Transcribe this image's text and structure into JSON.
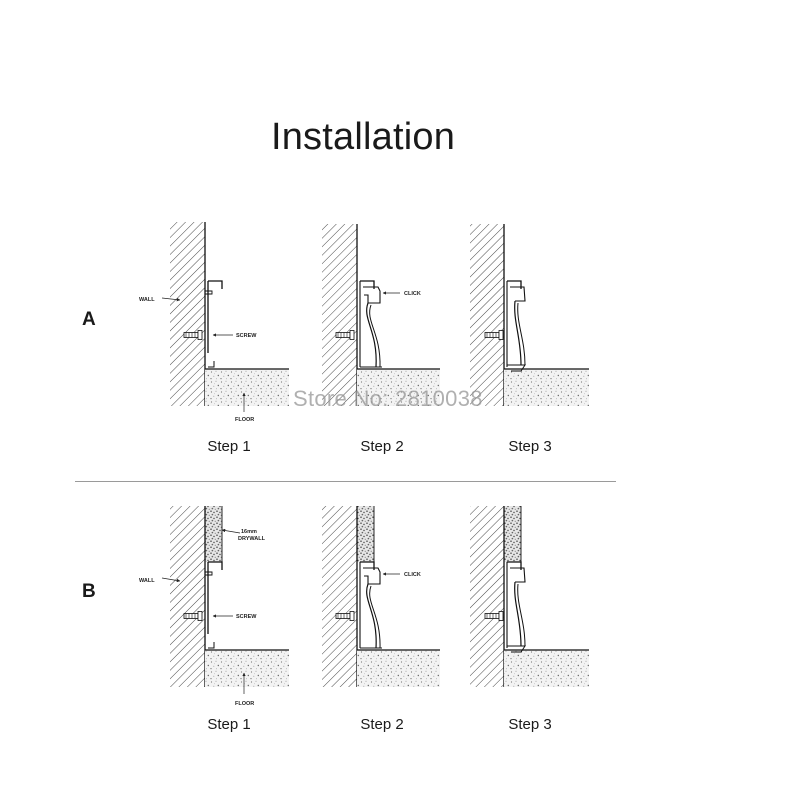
{
  "title": "Installation",
  "watermark": "Store No: 2810038",
  "rows": [
    {
      "label": "A",
      "steps": [
        "Step 1",
        "Step 2",
        "Step 3"
      ],
      "callouts": {
        "wall": "WALL",
        "screw": "SCREW",
        "floor": "FLOOR",
        "click": "CLICK"
      }
    },
    {
      "label": "B",
      "steps": [
        "Step 1",
        "Step 2",
        "Step 3"
      ],
      "callouts": {
        "wall": "WALL",
        "screw": "SCREW",
        "floor": "FLOOR",
        "click": "CLICK",
        "drywall_1": "16mm",
        "drywall_2": "DRYWALL"
      }
    }
  ]
}
